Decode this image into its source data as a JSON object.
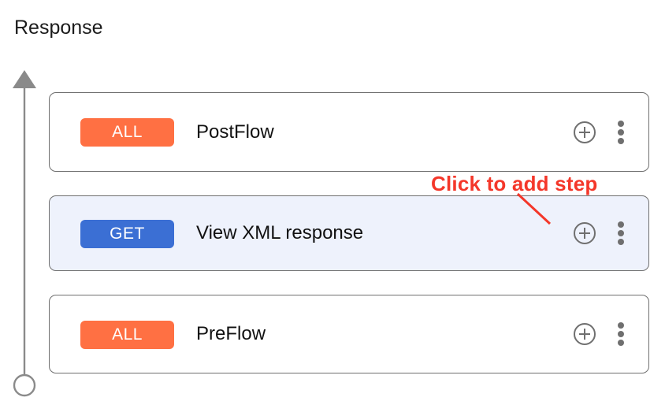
{
  "page": {
    "title": "Response",
    "background_color": "#ffffff"
  },
  "timeline": {
    "name": "flow-direction-timeline",
    "line_color": "#8a8a8a",
    "arrow_direction": "up",
    "endpoint_shape": "circle"
  },
  "flow_rows": [
    {
      "badge": "ALL",
      "badge_color": "#ff7043",
      "label": "PostFlow",
      "selected": false,
      "add_icon": "plus-circle-icon",
      "menu_icon": "kebab-menu-icon"
    },
    {
      "badge": "GET",
      "badge_color": "#3b6fd4",
      "label": "View XML response",
      "selected": true,
      "add_icon": "plus-circle-icon",
      "menu_icon": "kebab-menu-icon"
    },
    {
      "badge": "ALL",
      "badge_color": "#ff7043",
      "label": "PreFlow",
      "selected": false,
      "add_icon": "plus-circle-icon",
      "menu_icon": "kebab-menu-icon"
    }
  ],
  "annotation": {
    "text": "Click to add step",
    "color": "#f4372a",
    "points_to": "add-step-button-row-1"
  }
}
